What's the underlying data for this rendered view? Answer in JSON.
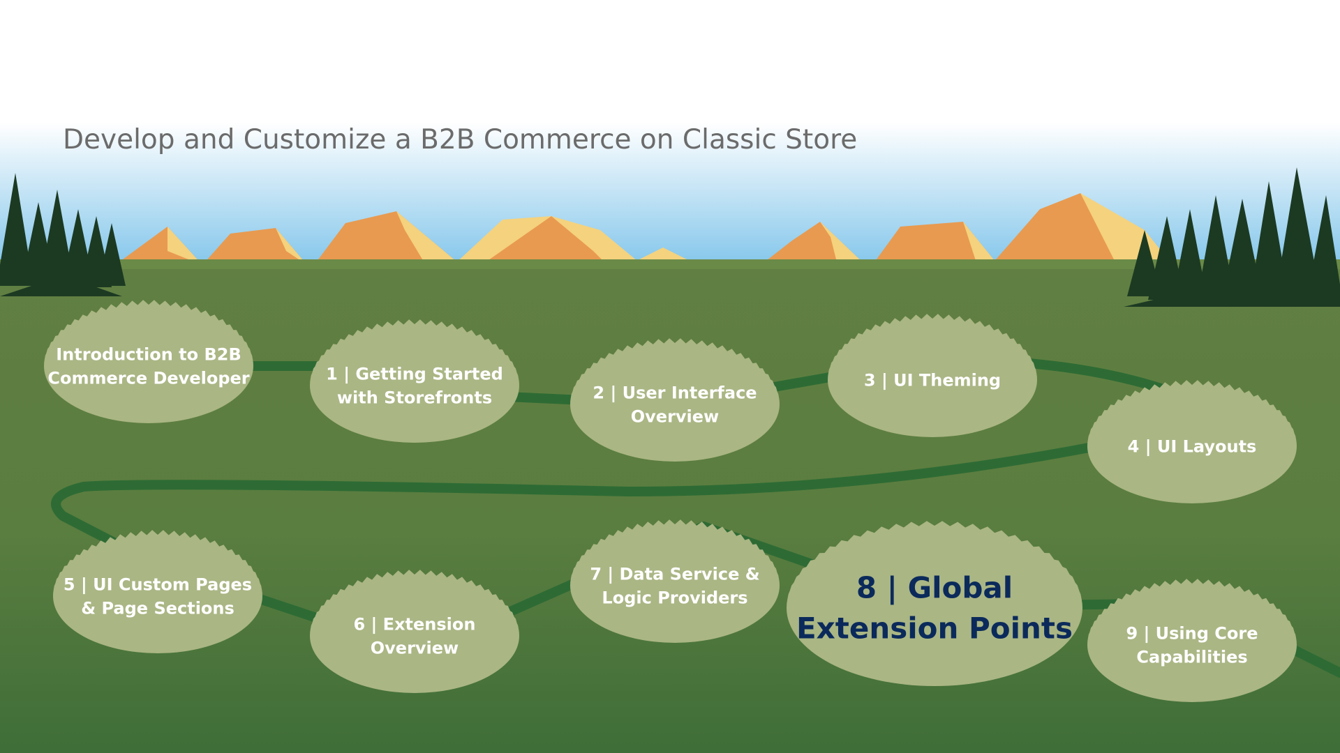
{
  "page": {
    "title": "Develop and Customize a B2B Commerce on Classic Store"
  },
  "colors": {
    "sky_top": "#ffffff",
    "sky_bottom": "#7fc4ea",
    "grass_top": "#617f42",
    "grass_bottom": "#3f6e38",
    "path": "#2e6b34",
    "node_fill": "#aab684",
    "node_text": "#ffffff",
    "highlight_text": "#0b2a5b",
    "mountain_orange": "#e89a50",
    "mountain_yellow": "#f5d27d",
    "tree": "#1c3a22",
    "title_text": "#6b6b6b"
  },
  "trail": {
    "nodes": [
      {
        "id": "intro",
        "lines": [
          "Introduction to B2B",
          "Commerce Developer"
        ],
        "highlight": false
      },
      {
        "id": "m1",
        "lines": [
          "1 | Getting Started",
          "with Storefronts"
        ],
        "highlight": false
      },
      {
        "id": "m2",
        "lines": [
          "2 | User Interface",
          "Overview"
        ],
        "highlight": false
      },
      {
        "id": "m3",
        "lines": [
          "3 | UI Theming"
        ],
        "highlight": false
      },
      {
        "id": "m4",
        "lines": [
          "4 | UI Layouts"
        ],
        "highlight": false
      },
      {
        "id": "m5",
        "lines": [
          "5 | UI Custom Pages",
          "& Page Sections"
        ],
        "highlight": false
      },
      {
        "id": "m6",
        "lines": [
          "6 | Extension",
          "Overview"
        ],
        "highlight": false
      },
      {
        "id": "m7",
        "lines": [
          "7 | Data Service &",
          "Logic Providers"
        ],
        "highlight": false
      },
      {
        "id": "m8",
        "lines": [
          "8 | Global",
          "Extension Points"
        ],
        "highlight": true
      },
      {
        "id": "m9",
        "lines": [
          "9 | Using Core",
          "Capabilities"
        ],
        "highlight": false
      }
    ]
  }
}
